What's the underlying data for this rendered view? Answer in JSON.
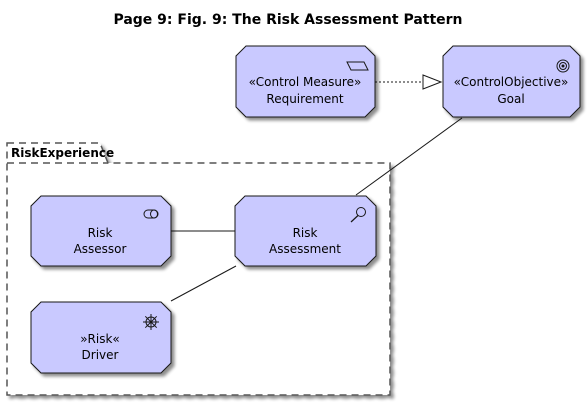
{
  "diagram": {
    "title": "Page 9:  Fig. 9: The Risk Assessment Pattern",
    "package": {
      "label": "RiskExperience"
    },
    "nodes": [
      {
        "id": "requirement",
        "line1": "«Control Measure»",
        "line2": "Requirement",
        "icon": "parallelogram-icon"
      },
      {
        "id": "goal",
        "line1": "«ControlObjective»",
        "line2": "Goal",
        "icon": "target-icon"
      },
      {
        "id": "risk-assessor",
        "line1": "Risk",
        "line2": "Assessor",
        "icon": "role-icon"
      },
      {
        "id": "risk-assessment",
        "line1": "Risk",
        "line2": "Assessment",
        "icon": "magnifier-icon"
      },
      {
        "id": "risk-driver",
        "line1": "»Risk«",
        "line2": "Driver",
        "icon": "ship-wheel-icon"
      }
    ],
    "edges": [
      {
        "from": "requirement",
        "to": "goal",
        "style": "dotted",
        "arrow": "hollow-triangle"
      },
      {
        "from": "risk-assessment",
        "to": "goal",
        "style": "solid",
        "arrow": "none"
      },
      {
        "from": "risk-assessor",
        "to": "risk-assessment",
        "style": "solid",
        "arrow": "none"
      },
      {
        "from": "risk-driver",
        "to": "risk-assessment",
        "style": "solid",
        "arrow": "none"
      }
    ],
    "colors": {
      "node_fill": "#C9C9FF",
      "node_stroke": "#181818",
      "package_stroke": "#555555",
      "shadow": "#B7B7B7"
    }
  }
}
